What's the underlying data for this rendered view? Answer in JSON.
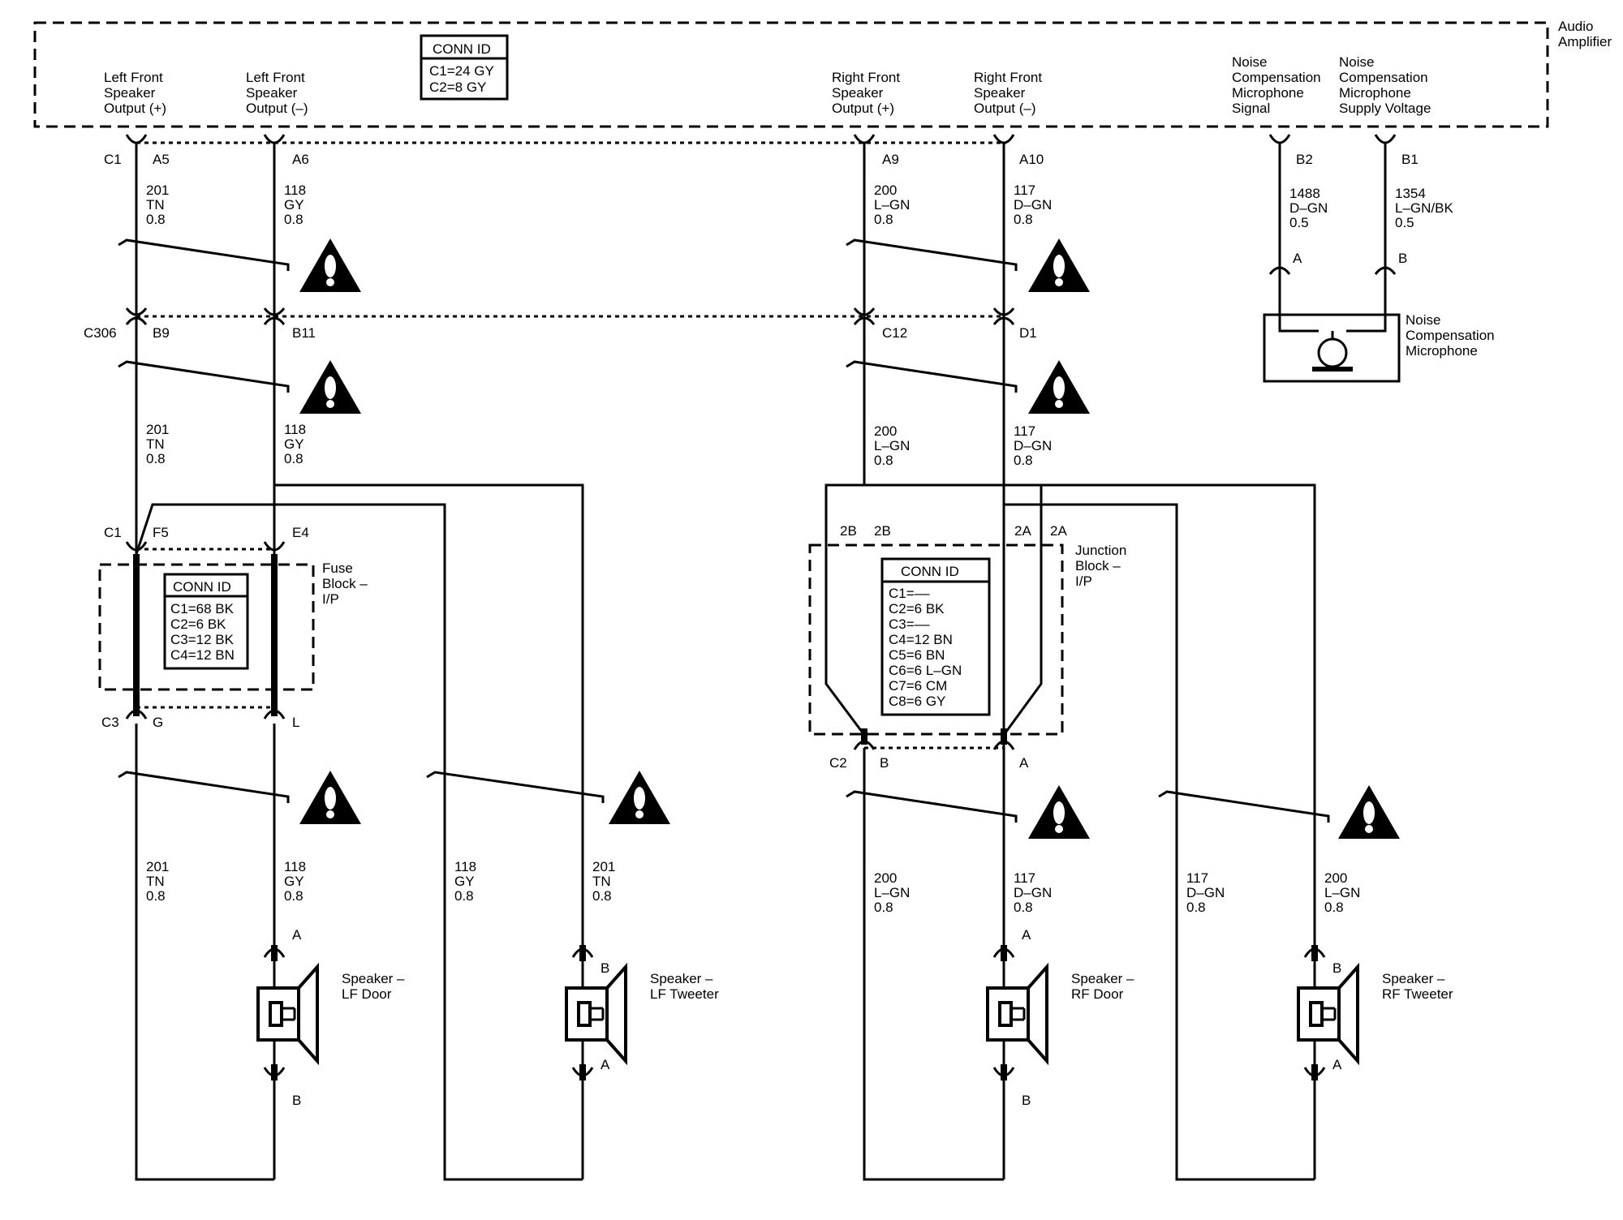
{
  "amplifier": {
    "name_line1": "Audio",
    "name_line2": "Amplifier",
    "conn_id": {
      "title": "CONN ID",
      "rows": [
        "C1=24 GY",
        "C2=8 GY"
      ]
    },
    "outputs": [
      {
        "lines": [
          "Left Front",
          "Speaker",
          "Output (+)"
        ]
      },
      {
        "lines": [
          "Left Front",
          "Speaker",
          "Output (–)"
        ]
      },
      {
        "lines": [
          "Right Front",
          "Speaker",
          "Output (+)"
        ]
      },
      {
        "lines": [
          "Right Front",
          "Speaker",
          "Output (–)"
        ]
      },
      {
        "lines": [
          "Noise",
          "Compensation",
          "Microphone",
          "Signal"
        ]
      },
      {
        "lines": [
          "Noise",
          "Compensation",
          "Microphone",
          "Supply Voltage"
        ]
      }
    ],
    "pins": {
      "c1": "C1",
      "a5": "A5",
      "a6": "A6",
      "a9": "A9",
      "a10": "A10",
      "b2": "B2",
      "b1": "B1"
    }
  },
  "wires_top": [
    {
      "lines": [
        "201",
        "TN",
        "0.8"
      ]
    },
    {
      "lines": [
        "118",
        "GY",
        "0.8"
      ]
    },
    {
      "lines": [
        "200",
        "L–GN",
        "0.8"
      ]
    },
    {
      "lines": [
        "117",
        "D–GN",
        "0.8"
      ]
    },
    {
      "lines": [
        "1488",
        "D–GN",
        "0.5"
      ]
    },
    {
      "lines": [
        "1354",
        "L–GN/BK",
        "0.5"
      ]
    }
  ],
  "microphone": {
    "pin_a": "A",
    "pin_b": "B",
    "lines": [
      "Noise",
      "Compensation",
      "Microphone"
    ]
  },
  "c306": {
    "id": "C306",
    "b9": "B9",
    "b11": "B11",
    "c12": "C12",
    "d1": "D1"
  },
  "wires_mid": [
    {
      "lines": [
        "201",
        "TN",
        "0.8"
      ]
    },
    {
      "lines": [
        "118",
        "GY",
        "0.8"
      ]
    },
    {
      "lines": [
        "200",
        "L–GN",
        "0.8"
      ]
    },
    {
      "lines": [
        "117",
        "D–GN",
        "0.8"
      ]
    }
  ],
  "fuse_block": {
    "lines": [
      "Fuse",
      "Block –",
      "I/P"
    ],
    "conn_id": {
      "title": "CONN ID",
      "rows": [
        "C1=68 BK",
        "C2=6 BK",
        "C3=12 BK",
        "C4=12 BN"
      ]
    },
    "pins": {
      "c1": "C1",
      "f5": "F5",
      "e4": "E4",
      "c3": "C3",
      "g": "G",
      "l": "L"
    }
  },
  "junction_block": {
    "lines": [
      "Junction",
      "Block –",
      "I/P"
    ],
    "conn_id": {
      "title": "CONN ID",
      "rows": [
        "C1=––",
        "C2=6 BK",
        "C3=––",
        "C4=12 BN",
        "C5=6 BN",
        "C6=6 L–GN",
        "C7=6 CM",
        "C8=6 GY"
      ]
    },
    "pins": {
      "2b_left": "2B",
      "2b_right": "2B",
      "2a_left": "2A",
      "2a_right": "2A",
      "c2": "C2",
      "b": "B",
      "a": "A"
    }
  },
  "wires_bottom": [
    {
      "lines": [
        "201",
        "TN",
        "0.8"
      ]
    },
    {
      "lines": [
        "118",
        "GY",
        "0.8"
      ]
    },
    {
      "lines": [
        "118",
        "GY",
        "0.8"
      ]
    },
    {
      "lines": [
        "201",
        "TN",
        "0.8"
      ]
    },
    {
      "lines": [
        "200",
        "L–GN",
        "0.8"
      ]
    },
    {
      "lines": [
        "117",
        "D–GN",
        "0.8"
      ]
    },
    {
      "lines": [
        "117",
        "D–GN",
        "0.8"
      ]
    },
    {
      "lines": [
        "200",
        "L–GN",
        "0.8"
      ]
    }
  ],
  "speakers": [
    {
      "lines": [
        "Speaker –",
        "LF Door"
      ],
      "pin_top": "A",
      "pin_bottom": "B"
    },
    {
      "lines": [
        "Speaker –",
        "LF Tweeter"
      ],
      "pin_top": "B",
      "pin_bottom": "A"
    },
    {
      "lines": [
        "Speaker –",
        "RF Door"
      ],
      "pin_top": "A",
      "pin_bottom": "B"
    },
    {
      "lines": [
        "Speaker –",
        "RF Tweeter"
      ],
      "pin_top": "B",
      "pin_bottom": "A"
    }
  ]
}
